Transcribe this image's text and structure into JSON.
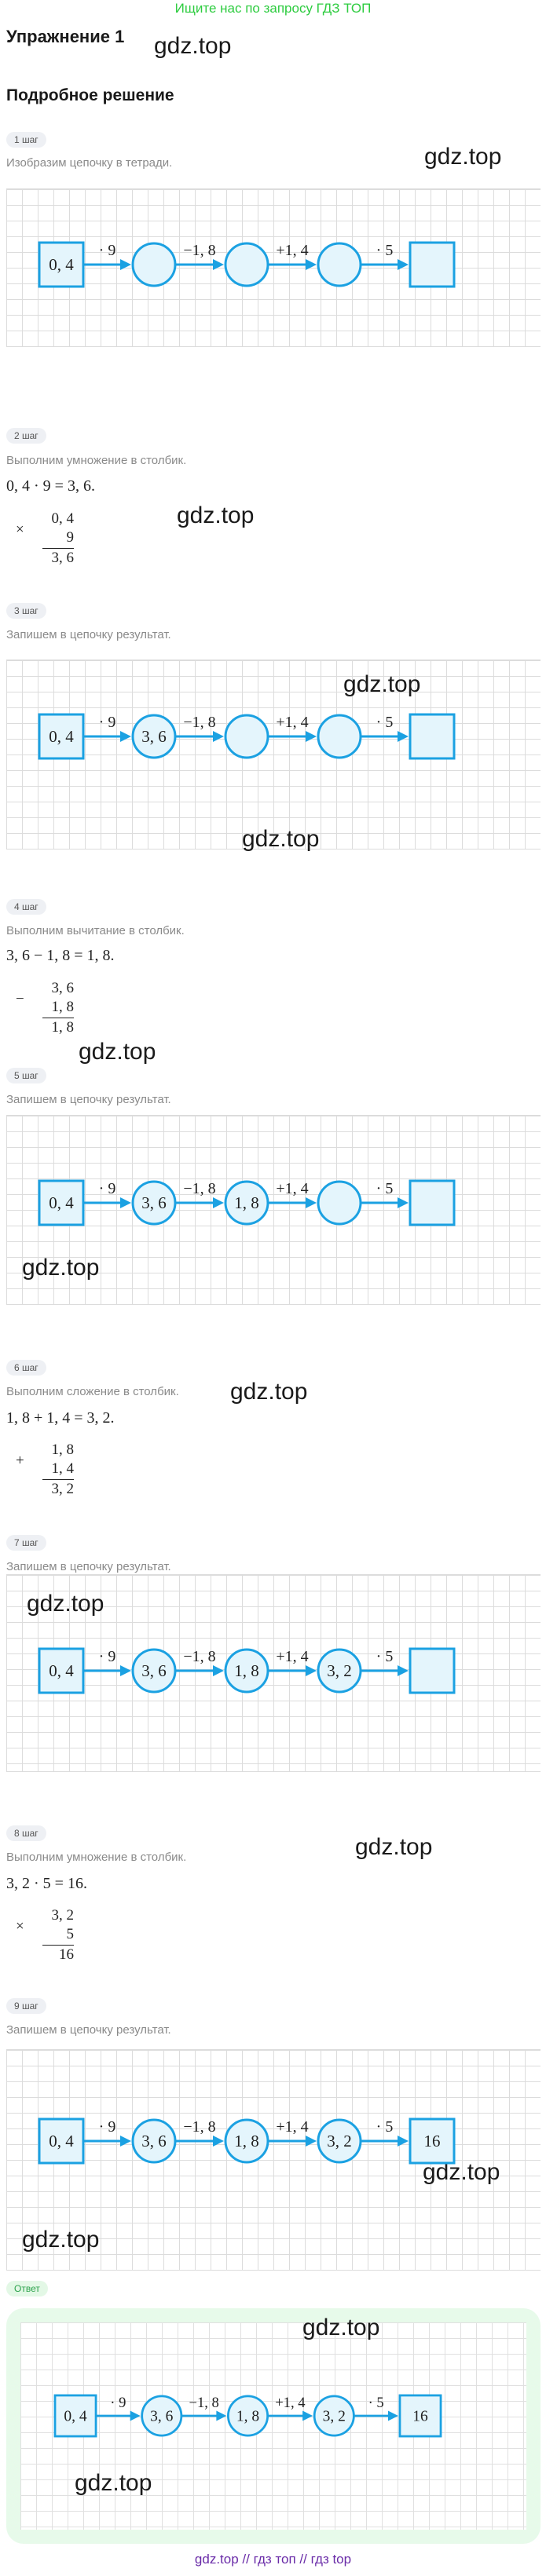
{
  "banner": "Ищите нас по запросу ГДЗ ТОП",
  "title": "Упражнение 1",
  "subtitle": "Подробное решение",
  "watermark": "gdz.top",
  "footer": "gdz.top  //  гдз топ  //  гдз top",
  "colors": {
    "accent": "#1ba1e2",
    "fill": "#e4f5fc",
    "banner": "#2ecc40",
    "answer_bg": "#e7faea"
  },
  "ops": [
    "· 9",
    "−1, 8",
    "+1, 4",
    "· 5"
  ],
  "start_value": "0, 4",
  "steps": [
    {
      "label": "1 шаг",
      "desc": "Изобразим цепочку в тетради.",
      "chain": [
        "",
        "",
        "",
        ""
      ]
    },
    {
      "label": "2 шаг",
      "desc": "Выполним умножение в столбик.",
      "equation": "0, 4 · 9 = 3, 6.",
      "column": {
        "sign": "×",
        "top": "0, 4",
        "bottom": "9",
        "result": "3, 6"
      }
    },
    {
      "label": "3 шаг",
      "desc": "Запишем в цепочку результат.",
      "chain": [
        "3, 6",
        "",
        "",
        ""
      ]
    },
    {
      "label": "4 шаг",
      "desc": "Выполним вычитание в столбик.",
      "equation": "3, 6 − 1, 8 = 1, 8.",
      "column": {
        "sign": "−",
        "top": "3, 6",
        "bottom": "1, 8",
        "result": "1, 8"
      }
    },
    {
      "label": "5 шаг",
      "desc": "Запишем в цепочку результат.",
      "chain": [
        "3, 6",
        "1, 8",
        "",
        ""
      ]
    },
    {
      "label": "6 шаг",
      "desc": "Выполним сложение в столбик.",
      "equation": "1, 8 + 1, 4 = 3, 2.",
      "column": {
        "sign": "+",
        "top": "1, 8",
        "bottom": "1, 4",
        "result": "3, 2"
      }
    },
    {
      "label": "7 шаг",
      "desc": "Запишем в цепочку результат.",
      "chain": [
        "3, 6",
        "1, 8",
        "3, 2",
        ""
      ]
    },
    {
      "label": "8 шаг",
      "desc": "Выполним умножение в столбик.",
      "equation": "3, 2 · 5 = 16.",
      "column": {
        "sign": "×",
        "top": "3, 2",
        "bottom": "5",
        "result": "16"
      }
    },
    {
      "label": "9 шаг",
      "desc": "Запишем в цепочку результат.",
      "chain": [
        "3, 6",
        "1, 8",
        "3, 2",
        "16"
      ]
    }
  ],
  "answer": {
    "label": "Ответ",
    "chain": [
      "3, 6",
      "1, 8",
      "3, 2",
      "16"
    ]
  }
}
